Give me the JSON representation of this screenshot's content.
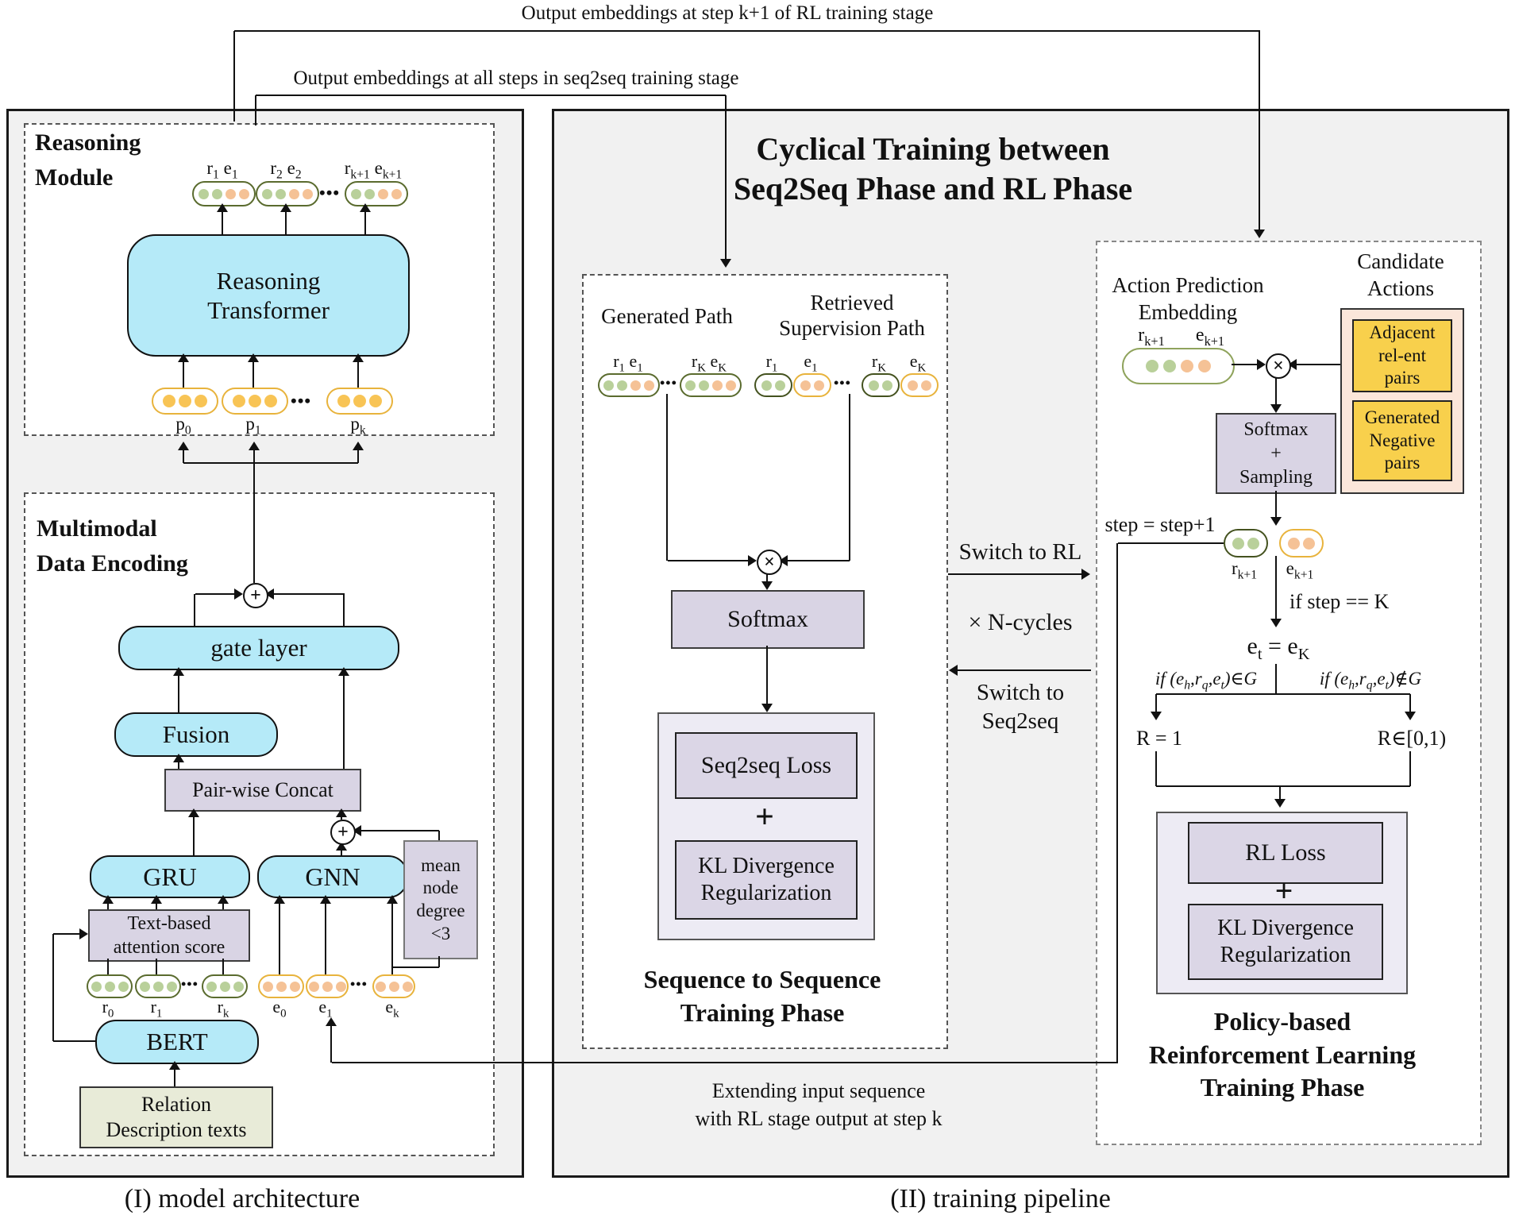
{
  "ellipsis": "•••",
  "symbols": {
    "plus": "+",
    "times": "×"
  },
  "annotations": {
    "rl_output": "Output embeddings at step k+1 of RL training stage",
    "seq2seq_output": "Output embeddings at all steps in seq2seq training stage",
    "switch_rl": "Switch to RL",
    "n_cycles": "× N-cycles",
    "switch_seq": [
      "Switch to",
      "Seq2seq"
    ],
    "extending": [
      "Extending input sequence",
      "with RL stage output at step k"
    ]
  },
  "panel1": {
    "caption": "(I) model architecture",
    "reasoning": {
      "title": [
        "Reasoning",
        "Module"
      ],
      "out_labels": [
        "r_{1} e_{1}",
        "r_{2} e_{2}",
        "r_{k+1} e_{k+1}"
      ],
      "transformer": [
        "Reasoning",
        "Transformer"
      ],
      "in_labels": [
        "p_{0}",
        "p_{1}",
        "p_{k}"
      ]
    },
    "encoding": {
      "title": [
        "Multimodal",
        "Data Encoding"
      ],
      "gate": "gate layer",
      "fusion": "Fusion",
      "concat": "Pair-wise Concat",
      "gru": "GRU",
      "gnn": "GNN",
      "mean_node": [
        "mean",
        "node",
        "degree",
        "<3"
      ],
      "attention": [
        "Text-based",
        "attention score"
      ],
      "r_labels": [
        "r_{0}",
        "r_{1}",
        "r_{k}"
      ],
      "e_labels": [
        "e_{0}",
        "e_{1}",
        "e_{k}"
      ],
      "bert": "BERT",
      "relation": [
        "Relation",
        "Description texts"
      ]
    }
  },
  "panel2": {
    "caption": "(II) training pipeline",
    "title": [
      "Cyclical Training between",
      "Seq2Seq Phase and RL Phase"
    ],
    "seq2seq": {
      "generated_path": "Generated Path",
      "retrieved_path": [
        "Retrieved",
        "Supervision Path"
      ],
      "gen_labels": [
        "r_{1} e_{1}",
        "r_{K} e_{K}"
      ],
      "ret_labels": [
        "r_{1}",
        "e_{1}",
        "r_{K}",
        "e_{K}"
      ],
      "softmax": "Softmax",
      "loss1": "Seq2seq Loss",
      "plus": "+",
      "loss2": [
        "KL Divergence",
        "Regularization"
      ],
      "caption": [
        "Sequence to Sequence",
        "Training Phase"
      ]
    },
    "rl": {
      "action_embed": [
        "Action Prediction",
        "Embedding"
      ],
      "ap_labels": [
        "r_{k+1}",
        "e_{k+1}"
      ],
      "candidate": [
        "Candidate",
        "Actions"
      ],
      "adjacent": [
        "Adjacent",
        "rel-ent",
        "pairs"
      ],
      "generated_neg": [
        "Generated",
        "Negative",
        "pairs"
      ],
      "softmax_sampling": [
        "Softmax",
        "+",
        "Sampling"
      ],
      "step_inc": "step = step+1",
      "step_labels": [
        "r_{k+1}",
        "e_{k+1}"
      ],
      "if_step": "if step == K",
      "et_ek": "e_{t} = e_{K}",
      "cond_in": "if (e_{h},r_{q},e_{t})∈G",
      "cond_notin": "if (e_{h},r_{q},e_{t})∉G",
      "r_one": "R = 1",
      "r_range": "R∈[0,1)",
      "rl_loss": "RL Loss",
      "plus": "+",
      "kl": [
        "KL Divergence",
        "Regularization"
      ],
      "caption": [
        "Policy-based",
        "Reinforcement Learning",
        "Training Phase"
      ]
    }
  }
}
